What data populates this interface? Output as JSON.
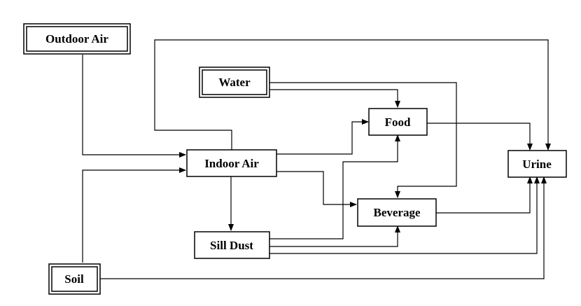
{
  "nodes": {
    "outdoor_air": "Outdoor Air",
    "water": "Water",
    "food": "Food",
    "indoor_air": "Indoor Air",
    "urine": "Urine",
    "beverage": "Beverage",
    "sill_dust": "Sill Dust",
    "soil": "Soil"
  },
  "source_nodes": [
    "Outdoor Air",
    "Water",
    "Soil"
  ],
  "edges": [
    {
      "from": "Outdoor Air",
      "to": "Indoor Air"
    },
    {
      "from": "Indoor Air",
      "to": "Urine"
    },
    {
      "from": "Water",
      "to": "Food"
    },
    {
      "from": "Water",
      "to": "Beverage"
    },
    {
      "from": "Indoor Air",
      "to": "Food"
    },
    {
      "from": "Indoor Air",
      "to": "Beverage"
    },
    {
      "from": "Indoor Air",
      "to": "Sill Dust"
    },
    {
      "from": "Soil",
      "to": "Indoor Air"
    },
    {
      "from": "Food",
      "to": "Urine"
    },
    {
      "from": "Beverage",
      "to": "Urine"
    },
    {
      "from": "Sill Dust",
      "to": "Food"
    },
    {
      "from": "Sill Dust",
      "to": "Beverage"
    },
    {
      "from": "Sill Dust",
      "to": "Urine"
    },
    {
      "from": "Soil",
      "to": "Urine"
    }
  ]
}
